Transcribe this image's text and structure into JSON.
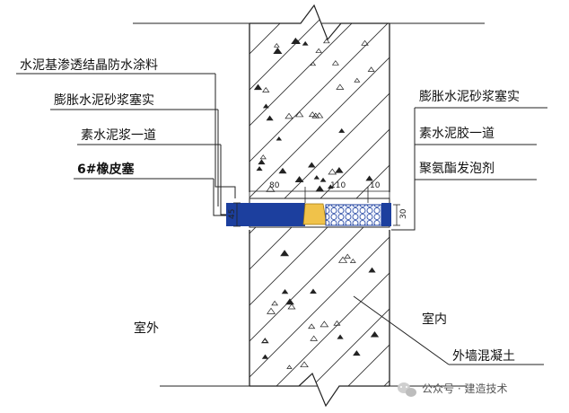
{
  "left_labels": [
    "水泥基渗透结晶防水涂料",
    "膨胀水泥砂浆塞实",
    "素水泥浆一道",
    "6#橡皮塞"
  ],
  "right_labels": [
    "膨胀水泥砂浆塞实",
    "素水泥胶一道",
    "聚氨酯发泡剂"
  ],
  "zone_labels": {
    "outdoor": "室外",
    "indoor": "室内"
  },
  "wall_label": "外墙混凝土",
  "dimensions": {
    "d1": "80",
    "d2": "110",
    "d3": "10",
    "height_left": "45",
    "height_right": "30"
  },
  "watermark": {
    "icon": "wechat-icon",
    "text": "公众号 · 建造技术"
  },
  "colors": {
    "pipe_blue": "#1c3f9e",
    "plug_yellow": "#f0c24a",
    "foam_fill": "#c9d3f0",
    "wall_line": "#222222"
  }
}
